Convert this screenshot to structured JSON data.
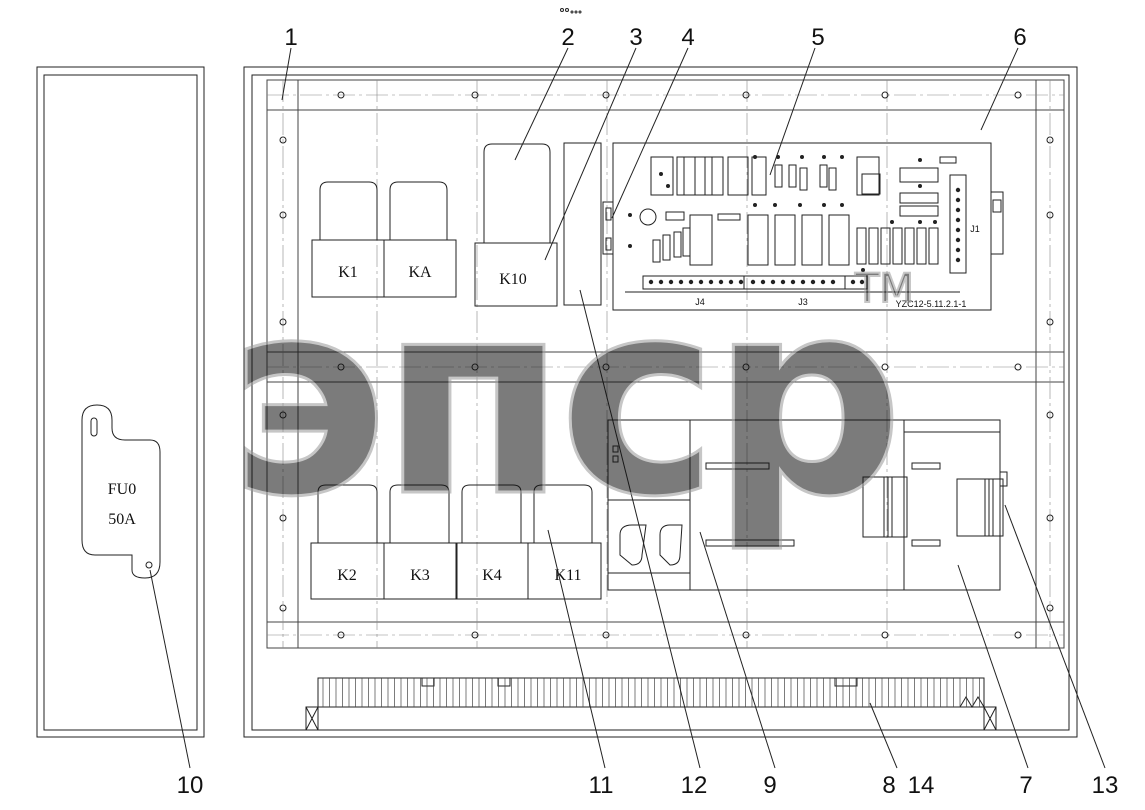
{
  "callouts": [
    "1",
    "2",
    "3",
    "4",
    "5",
    "6",
    "7",
    "8",
    "14",
    "13",
    "12",
    "11",
    "9",
    "10"
  ],
  "fuse": {
    "name": "FU0",
    "rating": "50A"
  },
  "relays": {
    "k1": "K1",
    "ka": "KA",
    "k10": "K10",
    "k2": "K2",
    "k3": "K3",
    "k4": "K4",
    "k11": "K11"
  },
  "board": {
    "model": "YZC12-5.11.2.1-1",
    "connectors": {
      "j4": "J4",
      "j3": "J3",
      "j1": "J1"
    }
  },
  "watermark": {
    "text": "эпср",
    "tm": "TM"
  },
  "colors": {
    "line": "#222222",
    "grid": "#888888",
    "watermark": "#9a9a9a"
  }
}
